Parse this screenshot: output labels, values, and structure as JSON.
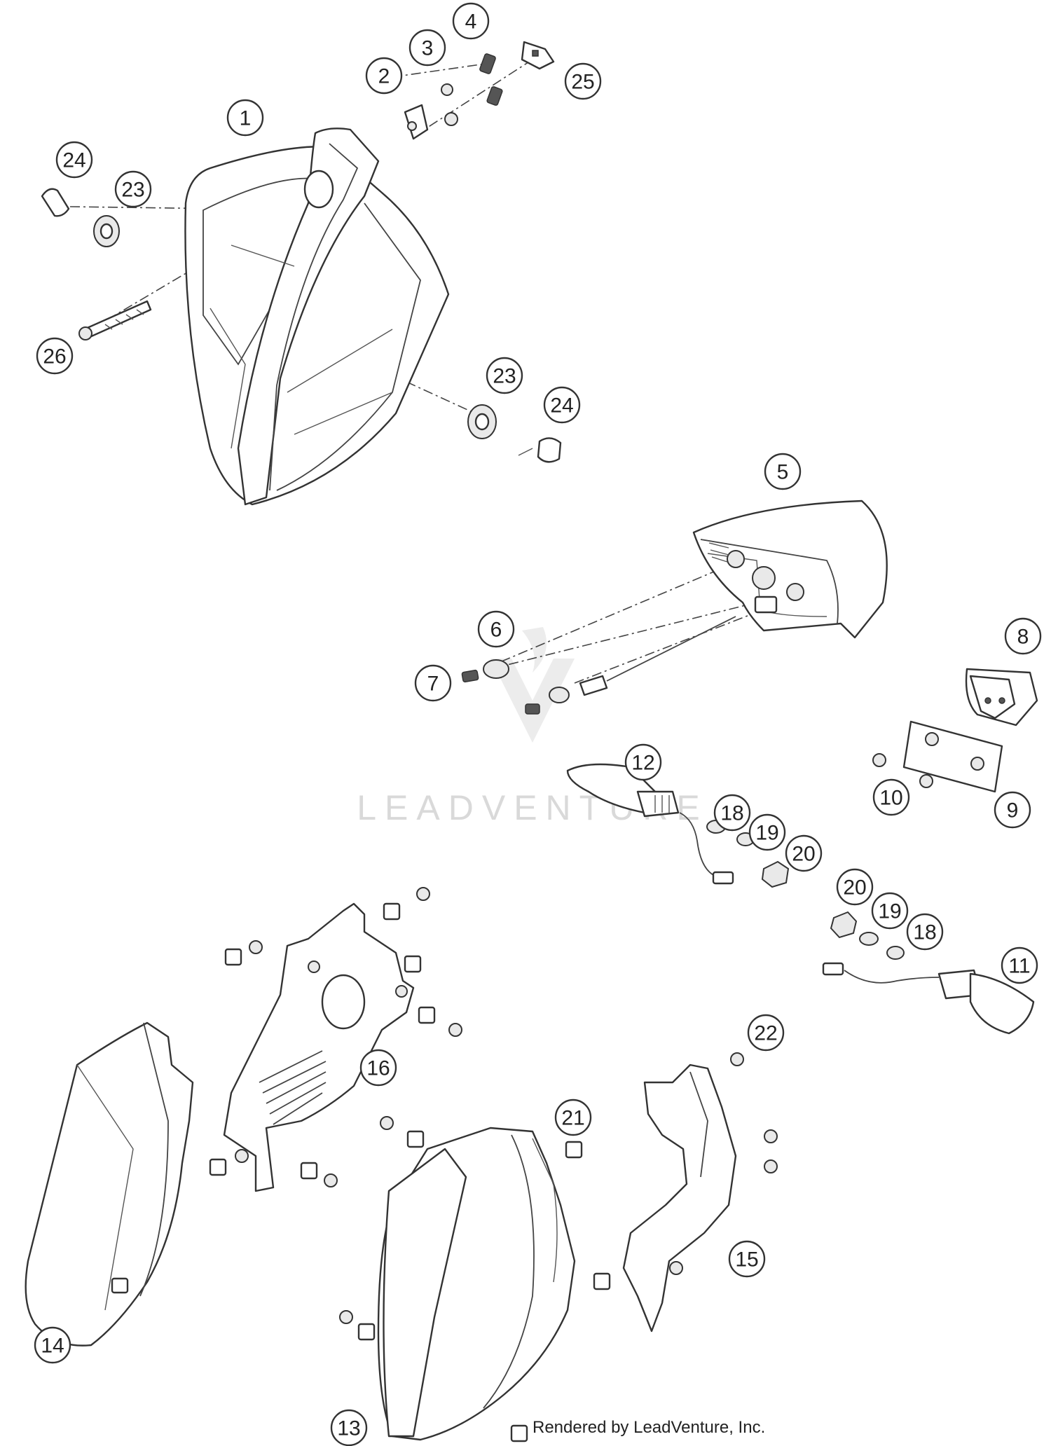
{
  "diagram": {
    "watermark_text": "LEADVENTURE",
    "credit_text": "Rendered by LeadVenture, Inc.",
    "callouts": [
      {
        "label": "1"
      },
      {
        "label": "2"
      },
      {
        "label": "3"
      },
      {
        "label": "4"
      },
      {
        "label": "25"
      },
      {
        "label": "24"
      },
      {
        "label": "23"
      },
      {
        "label": "26"
      },
      {
        "label": "23"
      },
      {
        "label": "24"
      },
      {
        "label": "5"
      },
      {
        "label": "6"
      },
      {
        "label": "7"
      },
      {
        "label": "8"
      },
      {
        "label": "12"
      },
      {
        "label": "10"
      },
      {
        "label": "9"
      },
      {
        "label": "18"
      },
      {
        "label": "19"
      },
      {
        "label": "20"
      },
      {
        "label": "20"
      },
      {
        "label": "19"
      },
      {
        "label": "18"
      },
      {
        "label": "11"
      },
      {
        "label": "22"
      },
      {
        "label": "16"
      },
      {
        "label": "21"
      },
      {
        "label": "15"
      },
      {
        "label": "14"
      },
      {
        "label": "13"
      }
    ]
  }
}
